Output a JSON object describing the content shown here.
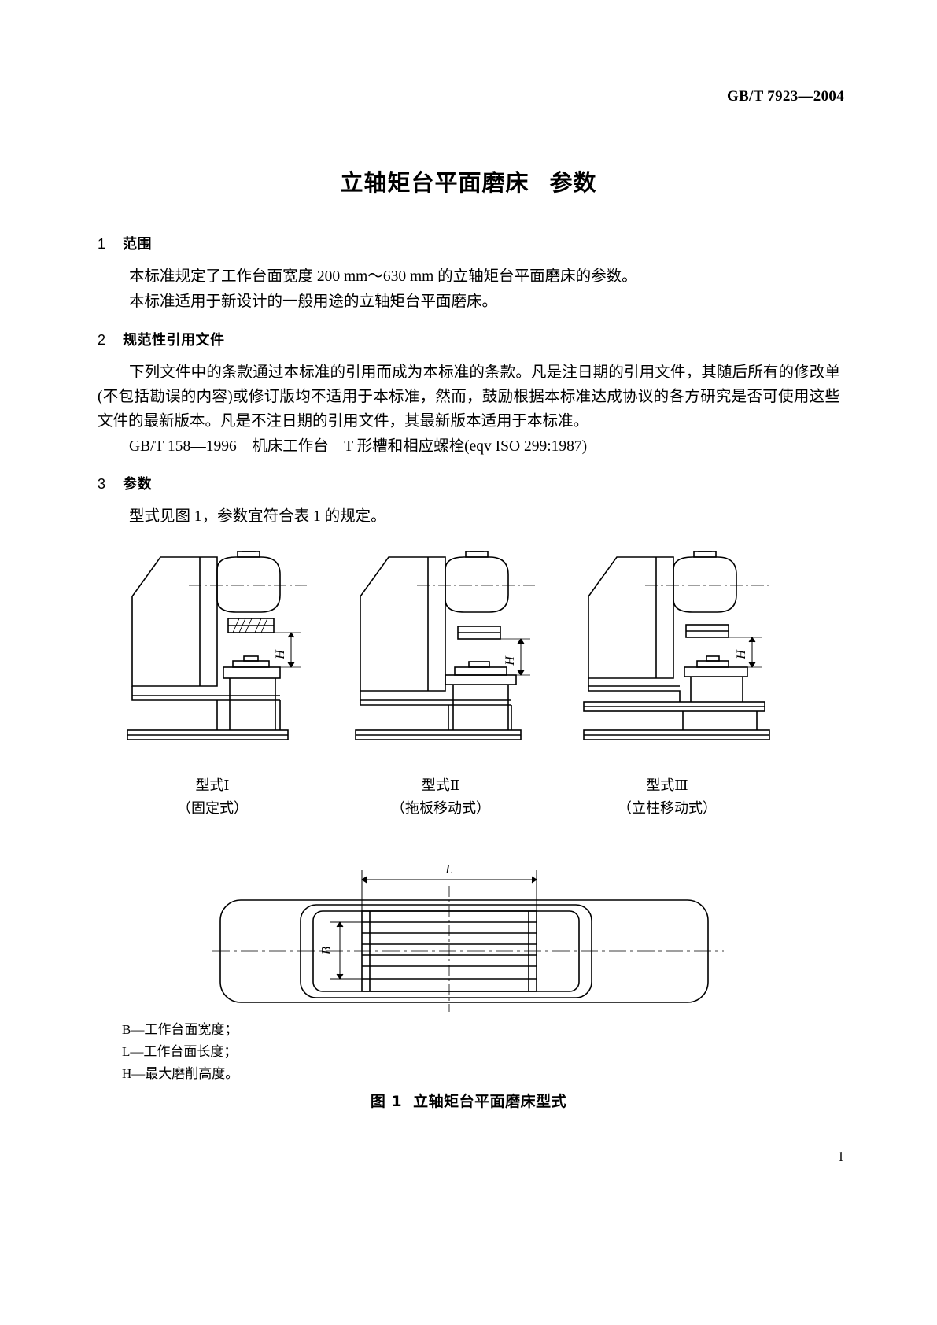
{
  "header": {
    "standard_code": "GB/T 7923—2004"
  },
  "title": {
    "main": "立轴矩台平面磨床",
    "sub": "参数"
  },
  "sections": [
    {
      "number": "1",
      "heading": "范围",
      "paragraphs": [
        "本标准规定了工作台面宽度 200 mm～630 mm 的立轴矩台平面磨床的参数。",
        "本标准适用于新设计的一般用途的立轴矩台平面磨床。"
      ]
    },
    {
      "number": "2",
      "heading": "规范性引用文件",
      "paragraphs": [
        "下列文件中的条款通过本标准的引用而成为本标准的条款。凡是注日期的引用文件，其随后所有的修改单(不包括勘误的内容)或修订版均不适用于本标准，然而，鼓励根据本标准达成协议的各方研究是否可使用这些文件的最新版本。凡是不注日期的引用文件，其最新版本适用于本标准。"
      ],
      "reference": "GB/T 158—1996　机床工作台　T 形槽和相应螺栓(eqv ISO 299:1987)"
    },
    {
      "number": "3",
      "heading": "参数",
      "paragraphs": [
        "型式见图 1，参数宜符合表 1 的规定。"
      ]
    }
  ],
  "figure": {
    "types": [
      {
        "name": "型式Ⅰ",
        "description": "（固定式）"
      },
      {
        "name": "型式Ⅱ",
        "description": "（拖板移动式）"
      },
      {
        "name": "型式Ⅲ",
        "description": "（立柱移动式）"
      }
    ],
    "dimension_labels": {
      "height": "H",
      "length": "L",
      "width": "B"
    },
    "legend": [
      "B—工作台面宽度；",
      "L—工作台面长度；",
      "H—最大磨削高度。"
    ],
    "caption_label": "图 1",
    "caption_text": "立轴矩台平面磨床型式"
  },
  "footer": {
    "page_number": "1"
  }
}
